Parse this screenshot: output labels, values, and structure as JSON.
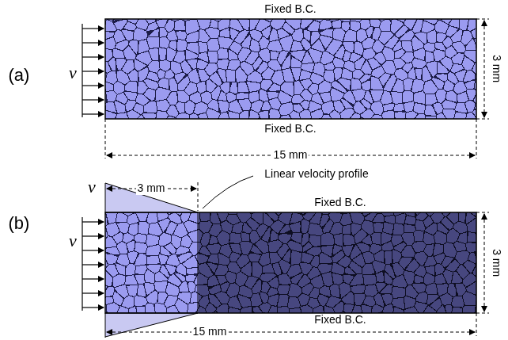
{
  "diagram": {
    "labels": [
      "Fixed B.C.",
      "(a)",
      "v",
      "3 mm",
      "Fixed B.C.",
      "15 mm",
      "3 mm",
      "Linear velocity profile",
      "v",
      "(b)",
      "v",
      "Fixed B.C.",
      "3 mm",
      "Fixed B.C.",
      "15 mm"
    ]
  }
}
